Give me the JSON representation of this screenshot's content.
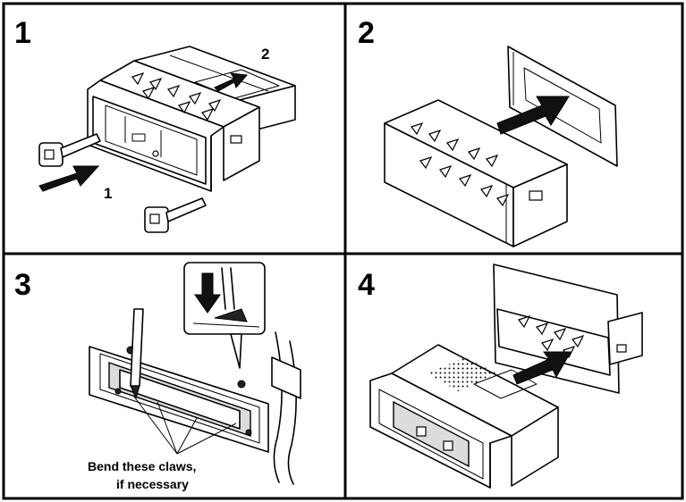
{
  "steps": [
    {
      "number": "1",
      "callouts": [
        "1",
        "2"
      ]
    },
    {
      "number": "2"
    },
    {
      "number": "3",
      "caption_lines": [
        "Bend these claws,",
        "if necessary"
      ]
    },
    {
      "number": "4"
    }
  ],
  "colors": {
    "line": "#000000",
    "arrow": "#111111",
    "background": "#ffffff"
  }
}
